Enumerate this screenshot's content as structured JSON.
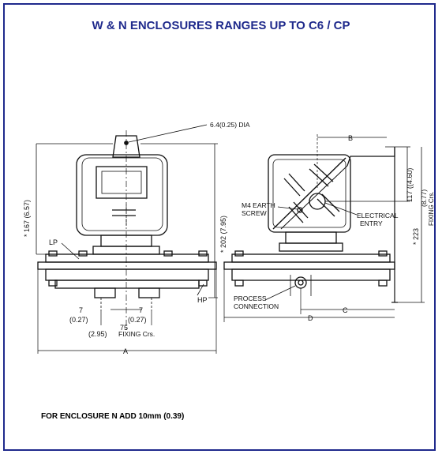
{
  "page": {
    "title": "W & N ENCLOSURES RANGES UP TO C6 / CP",
    "note": "FOR ENCLOSURE N ADD 10mm (0.39)",
    "accent_color": "#1f2a8c"
  },
  "front_view": {
    "hole_label": "6.4(0.25)  DIA",
    "height_167": "* 167  (6.57)",
    "height_202": "* 202  (7.95)",
    "lp": "LP",
    "hp": "HP",
    "dim_7_left": "7",
    "dim_027_left": "(0.27)",
    "dim_7_right": "7",
    "dim_027_right": "(0.27)",
    "dim_75": "75",
    "dim_295": "(2.95)",
    "fixing_crs": "FIXING  Crs.",
    "dim_a": "A"
  },
  "side_view": {
    "dim_b": "B",
    "dim_117": "117  ((4.60)",
    "dim_223": "* 223",
    "dim_877": "(8.77)",
    "fixing_crs": "FIXING  Crs.",
    "m4_earth": "M4  EARTH",
    "screw": "SCREW",
    "electrical": "ELECTRICAL",
    "entry": "ENTRY",
    "process": "PROCESS",
    "connection": "CONNECTION",
    "dim_c": "C",
    "dim_d": "D"
  }
}
